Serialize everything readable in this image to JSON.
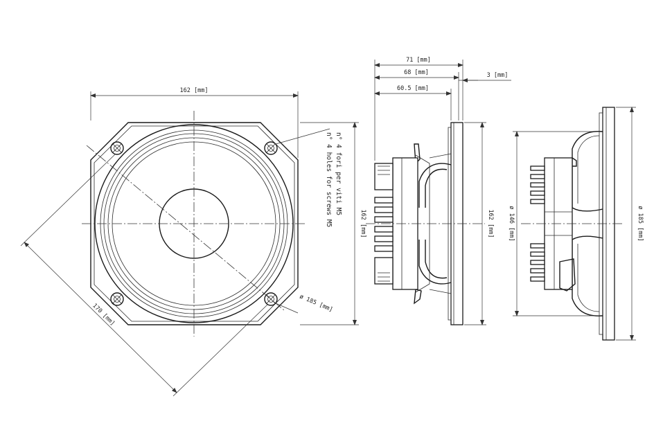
{
  "front_view": {
    "width_label": "162 [mm]",
    "height_label": "162 [mm]",
    "diagonal_label": "170 [mm]",
    "diameter_label": "ø 185 [mm]",
    "note_it": "n° 4 fori per viti M5",
    "note_en": "n° 4 holes for screws M5"
  },
  "side_view": {
    "depth_total_label": "71 [mm]",
    "depth_68_label": "68 [mm]",
    "depth_60_label": "60.5 [mm]",
    "flange_label": "3 [mm]",
    "height_label": "162 [mm]"
  },
  "section_view": {
    "inner_diameter_label": "ø 146 [mm]",
    "outer_diameter_label": "ø 185 [mm]"
  }
}
